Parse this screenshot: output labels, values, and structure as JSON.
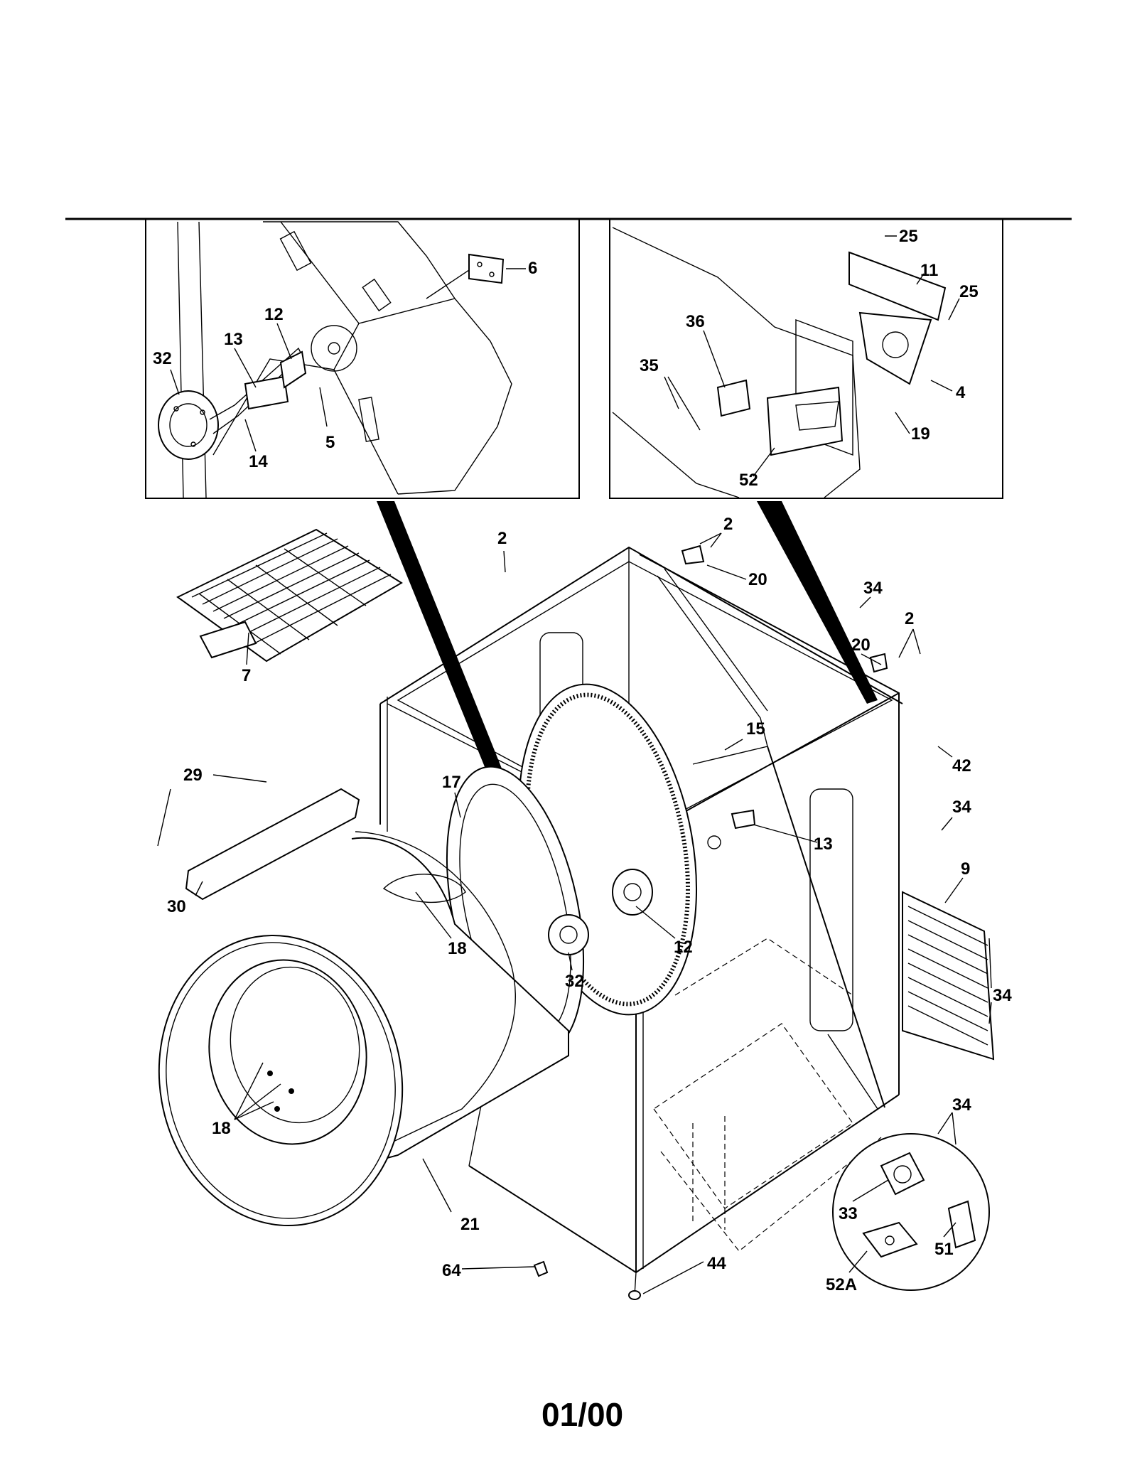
{
  "callouts": {
    "inset_left": [
      "6",
      "12",
      "32",
      "13",
      "5",
      "14"
    ],
    "inset_right": [
      "25",
      "11",
      "25",
      "36",
      "35",
      "4",
      "19",
      "52"
    ],
    "main": [
      "2",
      "2",
      "20",
      "34",
      "2",
      "20",
      "7",
      "15",
      "42",
      "29",
      "17",
      "34",
      "13",
      "9",
      "30",
      "18",
      "12",
      "32",
      "34",
      "18",
      "34",
      "33",
      "21",
      "51",
      "52A",
      "64",
      "44"
    ]
  },
  "footer": {
    "code": "01/00"
  }
}
